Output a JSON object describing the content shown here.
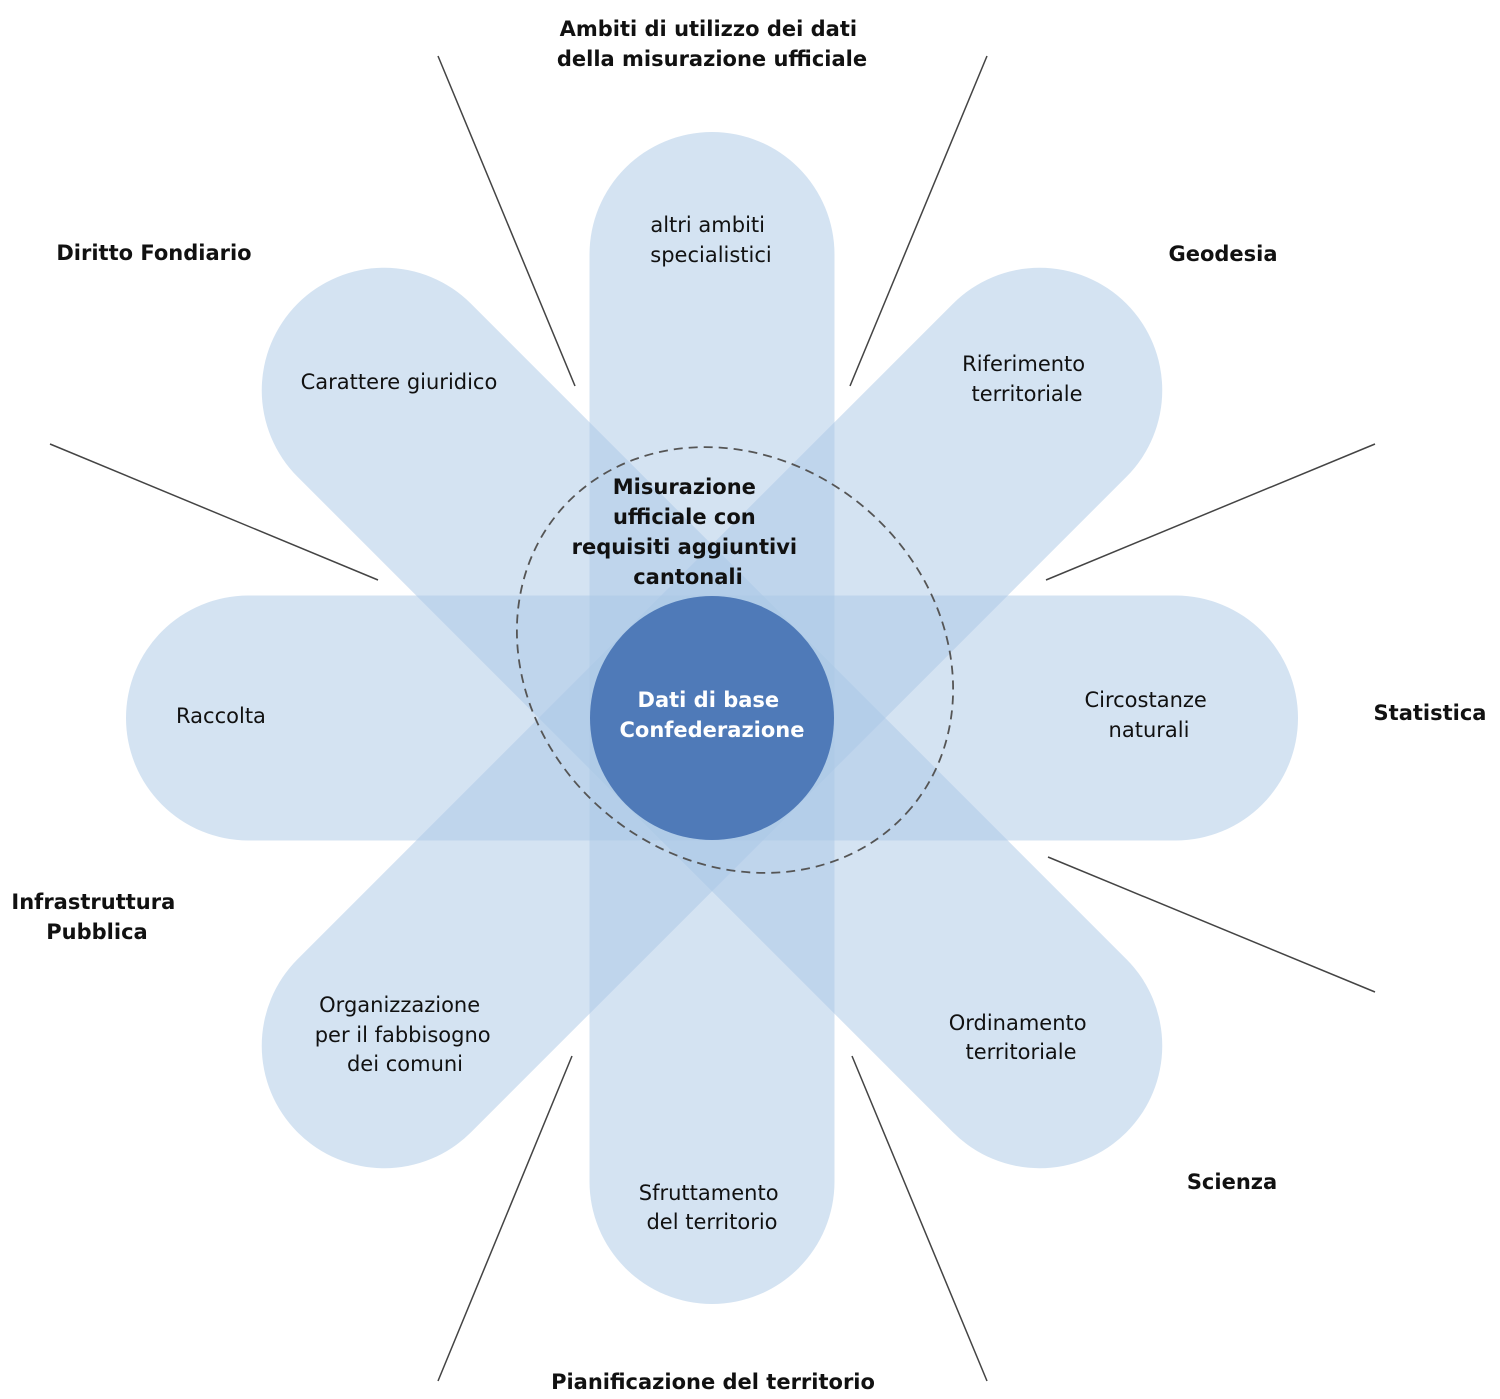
{
  "title": [
    "Ambiti di utilizzo dei dati",
    "della misurazione ufficiale"
  ],
  "colors": {
    "petal": "#a9c7e6",
    "core": "#4f7ab8",
    "divider": "#444444",
    "dashed": "#555555"
  },
  "core": {
    "label": [
      "Dati di base",
      "Confederazione"
    ]
  },
  "cantonal": {
    "label": [
      "Misurazione",
      "ufficiale con",
      "requisiti aggiuntivi",
      "cantonali"
    ]
  },
  "petals": [
    {
      "id": "top",
      "label": [
        "altri ambiti",
        "specialistici"
      ]
    },
    {
      "id": "top-right",
      "label": [
        "Riferimento",
        "territoriale"
      ]
    },
    {
      "id": "right",
      "label": [
        "Circostanze",
        "naturali"
      ]
    },
    {
      "id": "bottom-right",
      "label": [
        "Ordinamento",
        "territoriale"
      ]
    },
    {
      "id": "bottom",
      "label": [
        "Sfruttamento",
        "del territorio"
      ]
    },
    {
      "id": "bottom-left",
      "label": [
        "Organizzazione",
        "per il fabbisogno",
        "dei comuni"
      ]
    },
    {
      "id": "left",
      "label": [
        "Raccolta"
      ]
    },
    {
      "id": "top-left",
      "label": [
        "Carattere giuridico"
      ]
    }
  ],
  "domains": [
    {
      "id": "diritto-fondiario",
      "label": [
        "Diritto Fondiario"
      ]
    },
    {
      "id": "geodesia",
      "label": [
        "Geodesia"
      ]
    },
    {
      "id": "statistica",
      "label": [
        "Statistica"
      ]
    },
    {
      "id": "scienza",
      "label": [
        "Scienza"
      ]
    },
    {
      "id": "pianificazione",
      "label": [
        "Pianificazione del territorio"
      ]
    },
    {
      "id": "infrastruttura",
      "label": [
        "Infrastruttura",
        "Pubblica"
      ]
    }
  ]
}
